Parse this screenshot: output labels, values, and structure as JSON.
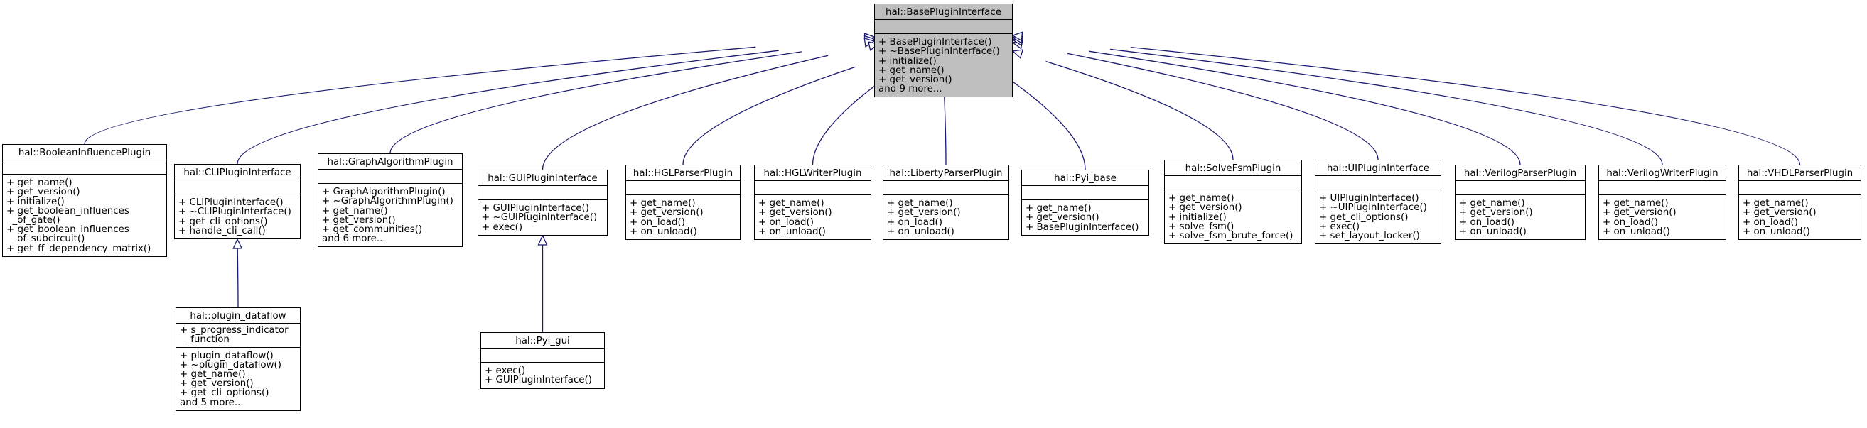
{
  "diagram": {
    "base": {
      "title": "hal::BasePluginInterface",
      "attributes": [],
      "operations": [
        "+ BasePluginInterface()",
        "+ ~BasePluginInterface()",
        "+ initialize()",
        "+ get_name()",
        "+ get_version()",
        "and 9 more..."
      ]
    },
    "classes": [
      {
        "id": "boolean",
        "title": "hal::BooleanInfluencePlugin",
        "attributes": [],
        "operations": [
          "+ get_name()",
          "+ get_version()",
          "+ initialize()",
          "+ get_boolean_influences",
          "  _of_gate()",
          "+ get_boolean_influences",
          "  _of_subcircuit()",
          "+ get_ff_dependency_matrix()"
        ]
      },
      {
        "id": "cli",
        "title": "hal::CLIPluginInterface",
        "attributes": [],
        "operations": [
          "+ CLIPluginInterface()",
          "+ ~CLIPluginInterface()",
          "+ get_cli_options()",
          "+ handle_cli_call()"
        ]
      },
      {
        "id": "graphalg",
        "title": "hal::GraphAlgorithmPlugin",
        "attributes": [],
        "operations": [
          "+ GraphAlgorithmPlugin()",
          "+ ~GraphAlgorithmPlugin()",
          "+ get_name()",
          "+ get_version()",
          "+ get_communities()",
          "and 6 more..."
        ]
      },
      {
        "id": "gui",
        "title": "hal::GUIPluginInterface",
        "attributes": [],
        "operations": [
          "+ GUIPluginInterface()",
          "+ ~GUIPluginInterface()",
          "+ exec()"
        ]
      },
      {
        "id": "hglparser",
        "title": "hal::HGLParserPlugin",
        "attributes": [],
        "operations": [
          "+ get_name()",
          "+ get_version()",
          "+ on_load()",
          "+ on_unload()"
        ]
      },
      {
        "id": "hglwriter",
        "title": "hal::HGLWriterPlugin",
        "attributes": [],
        "operations": [
          "+ get_name()",
          "+ get_version()",
          "+ on_load()",
          "+ on_unload()"
        ]
      },
      {
        "id": "liberty",
        "title": "hal::LibertyParserPlugin",
        "attributes": [],
        "operations": [
          "+ get_name()",
          "+ get_version()",
          "+ on_load()",
          "+ on_unload()"
        ]
      },
      {
        "id": "pyibase",
        "title": "hal::Pyi_base",
        "attributes": [],
        "operations": [
          "+ get_name()",
          "+ get_version()",
          "+ BasePluginInterface()"
        ]
      },
      {
        "id": "solvefsm",
        "title": "hal::SolveFsmPlugin",
        "attributes": [],
        "operations": [
          "+ get_name()",
          "+ get_version()",
          "+ initialize()",
          "+ solve_fsm()",
          "+ solve_fsm_brute_force()"
        ]
      },
      {
        "id": "ui",
        "title": "hal::UIPluginInterface",
        "attributes": [],
        "operations": [
          "+ UIPluginInterface()",
          "+ ~UIPluginInterface()",
          "+ get_cli_options()",
          "+ exec()",
          "+ set_layout_locker()"
        ]
      },
      {
        "id": "verilogparser",
        "title": "hal::VerilogParserPlugin",
        "attributes": [],
        "operations": [
          "+ get_name()",
          "+ get_version()",
          "+ on_load()",
          "+ on_unload()"
        ]
      },
      {
        "id": "verilogwriter",
        "title": "hal::VerilogWriterPlugin",
        "attributes": [],
        "operations": [
          "+ get_name()",
          "+ get_version()",
          "+ on_load()",
          "+ on_unload()"
        ]
      },
      {
        "id": "vhdl",
        "title": "hal::VHDLParserPlugin",
        "attributes": [],
        "operations": [
          "+ get_name()",
          "+ get_version()",
          "+ on_load()",
          "+ on_unload()"
        ]
      },
      {
        "id": "dataflow",
        "title": "hal::plugin_dataflow",
        "attributes": [
          "+ s_progress_indicator",
          "  _function"
        ],
        "operations": [
          "+ plugin_dataflow()",
          "+ ~plugin_dataflow()",
          "+ get_name()",
          "+ get_version()",
          "+ get_cli_options()",
          "and 5 more..."
        ]
      },
      {
        "id": "pyigui",
        "title": "hal::Pyi_gui",
        "attributes": [],
        "operations": [
          "+ exec()",
          "+ GUIPluginInterface()"
        ]
      }
    ],
    "inheritance": [
      {
        "from": "boolean",
        "to": "base"
      },
      {
        "from": "cli",
        "to": "base"
      },
      {
        "from": "graphalg",
        "to": "base"
      },
      {
        "from": "gui",
        "to": "base"
      },
      {
        "from": "hglparser",
        "to": "base"
      },
      {
        "from": "hglwriter",
        "to": "base"
      },
      {
        "from": "liberty",
        "to": "base"
      },
      {
        "from": "pyibase",
        "to": "base"
      },
      {
        "from": "solvefsm",
        "to": "base"
      },
      {
        "from": "ui",
        "to": "base"
      },
      {
        "from": "verilogparser",
        "to": "base"
      },
      {
        "from": "verilogwriter",
        "to": "base"
      },
      {
        "from": "vhdl",
        "to": "base"
      },
      {
        "from": "dataflow",
        "to": "cli"
      },
      {
        "from": "pyigui",
        "to": "gui"
      }
    ],
    "colors": {
      "edge": "#191970",
      "base_fill": "#bfbfbf",
      "node_fill": "#ffffff",
      "border": "#000000"
    }
  }
}
